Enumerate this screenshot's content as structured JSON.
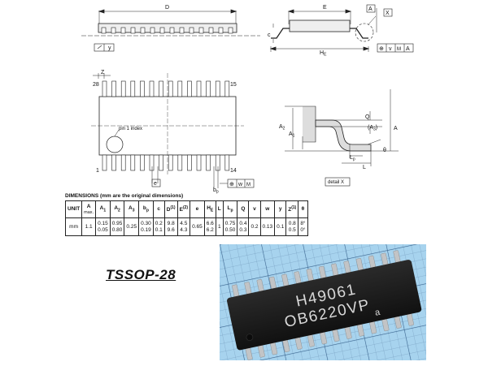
{
  "drawing": {
    "top_view_label": "D",
    "flatness_box": [
      "",
      "y"
    ],
    "end_view_labels": {
      "E": "E",
      "A": "A",
      "X": "X",
      "c": "c",
      "HE": "H",
      "HE_sub": "E",
      "tol": [
        "⊕",
        "v",
        "M",
        "A"
      ]
    },
    "plan_labels": {
      "Z": "Z",
      "pin28": "28",
      "pin15": "15",
      "pin1": "1",
      "pin14": "14",
      "pin1_index": "pin 1 index",
      "e": "e",
      "bp": "b",
      "bp_sub": "p",
      "tol": [
        "⊕",
        "w",
        "M"
      ]
    },
    "detail_labels": {
      "Q": "Q",
      "A2": "A",
      "A2_sub": "2",
      "A1": "A",
      "A1_sub": "1",
      "A3": "(A",
      "A3_sub": "3",
      "A3_close": ")",
      "A": "A",
      "Lp": "L",
      "Lp_sub": "p",
      "L": "L",
      "theta": "θ",
      "detail": "detail X"
    }
  },
  "dimensions": {
    "title": "DIMENSIONS (mm are the original dimensions)",
    "headers": [
      {
        "t": "UNIT"
      },
      {
        "t": "A",
        "note": "max."
      },
      {
        "t": "A",
        "sub": "1"
      },
      {
        "t": "A",
        "sub": "2"
      },
      {
        "t": "A",
        "sub": "3"
      },
      {
        "t": "b",
        "sub": "p"
      },
      {
        "t": "c"
      },
      {
        "t": "D",
        "sup": "(1)"
      },
      {
        "t": "E",
        "sup": "(2)"
      },
      {
        "t": "e"
      },
      {
        "t": "H",
        "sub": "E"
      },
      {
        "t": "L"
      },
      {
        "t": "L",
        "sub": "p"
      },
      {
        "t": "Q"
      },
      {
        "t": "v"
      },
      {
        "t": "w"
      },
      {
        "t": "y"
      },
      {
        "t": "Z",
        "sup": "(1)"
      },
      {
        "t": "θ"
      }
    ],
    "rows": [
      [
        "mm",
        "1.1",
        "0.15|0.05",
        "0.95|0.80",
        "0.25",
        "0.30|0.19",
        "0.2|0.1",
        "9.8|9.6",
        "4.5|4.3",
        "0.65",
        "6.6|6.2",
        "1",
        "0.75|0.50",
        "0.4|0.3",
        "0.2",
        "0.13",
        "0.1",
        "0.8|0.5",
        "8°|0°"
      ]
    ]
  },
  "package_label": "TSSOP-28",
  "photo": {
    "chip_line1": "H49061",
    "chip_line2": "OB6220VP",
    "chip_mark": "a",
    "colors": {
      "grid_bg": "#a7d3ee",
      "grid_line": "#6a8fb3",
      "chip": "#1c1c1c",
      "pins": "#c2c4c6",
      "marking": "#d9d9d9"
    }
  }
}
